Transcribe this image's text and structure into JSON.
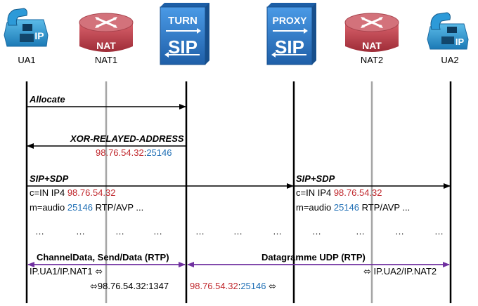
{
  "nodes": {
    "ua1": "UA1",
    "nat1": "NAT1",
    "turn_box": "TURN",
    "turn_logo": "SIP",
    "proxy_box": "PROXY",
    "proxy_logo": "SIP",
    "nat2": "NAT2",
    "ua2": "UA2",
    "nat_badge": "NAT",
    "phone_badge": "IP"
  },
  "messages": {
    "allocate": "Allocate",
    "xor": "XOR-RELAYED-ADDRESS",
    "relay_ip": "98.76.54.32",
    "colon": ":",
    "relay_port": "25146",
    "sip_sdp": "SIP+SDP",
    "c_line_prefix": "c=IN IP4 ",
    "m_line_prefix": "m=audio ",
    "m_line_suffix": " RTP/AVP ...",
    "dots": "…",
    "channel_data": "ChannelData, Send/Data (RTP)",
    "datagramme": "Datagramme UDP (RTP)",
    "ua1_nat1": "IP.UA1/IP.NAT1",
    "ua2_nat2": "IP.UA2/IP.NAT2",
    "nat1_addr": "98.76.54.32:1347",
    "swap_icon": "⬄"
  },
  "colors": {
    "red": "#c0282d",
    "blue": "#1f6fb5",
    "purple": "#7030a0",
    "box_blue": "#2e7fd1",
    "nat_red": "#c0414b",
    "phone_blue": "#2d9ad8"
  }
}
